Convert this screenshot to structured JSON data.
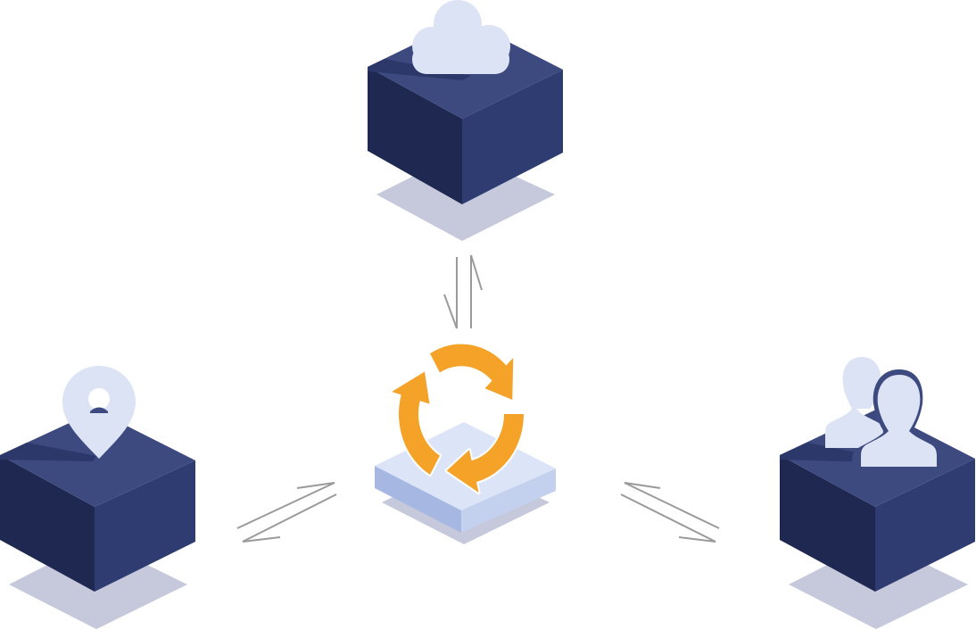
{
  "diagram": {
    "nodes": [
      {
        "id": "cloud",
        "icon": "cloud-icon"
      },
      {
        "id": "location",
        "icon": "location-pin-icon"
      },
      {
        "id": "users",
        "icon": "users-icon"
      },
      {
        "id": "sync",
        "icon": "sync-arrows-icon"
      }
    ],
    "edges": [
      {
        "from": "cloud",
        "to": "sync",
        "direction": "bidirectional"
      },
      {
        "from": "location",
        "to": "sync",
        "direction": "bidirectional"
      },
      {
        "from": "users",
        "to": "sync",
        "direction": "bidirectional"
      }
    ]
  },
  "colors": {
    "cube_top": "#3D4A80",
    "cube_left": "#1E2850",
    "cube_right": "#2F3C72",
    "cube_stripe": "#2C376A",
    "shadow": "#C5C9DB",
    "icon_fill": "#DCE3F5",
    "sync_orange": "#F4A228",
    "platform_top": "#DCE4F7",
    "platform_left": "#A6B8E1",
    "platform_right": "#C3D0EE",
    "connector_line": "#9A9A9A"
  }
}
